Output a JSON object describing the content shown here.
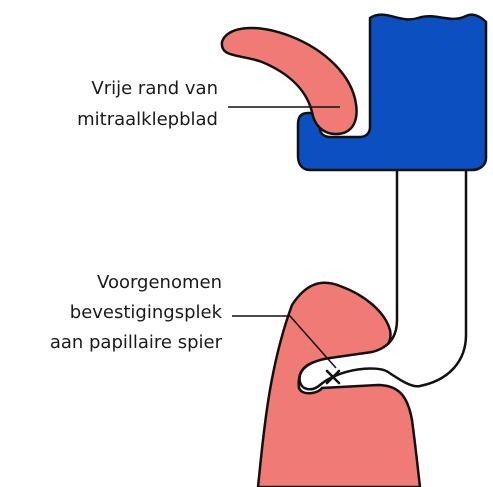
{
  "labels": {
    "leaflet_edge": {
      "line1": "Vrije rand van",
      "line2": "mitraalklepblad"
    },
    "attachment_site": {
      "line1": "Voorgenomen",
      "line2": "bevestigingsplek",
      "line3": "aan papillaire spier"
    }
  },
  "colors": {
    "device_blue": "#0b4fc1",
    "tissue_pink": "#f07b74",
    "outline": "#111111",
    "background": "#ffffff"
  },
  "icons": {
    "attachment_marker": "cross-marker-icon"
  }
}
